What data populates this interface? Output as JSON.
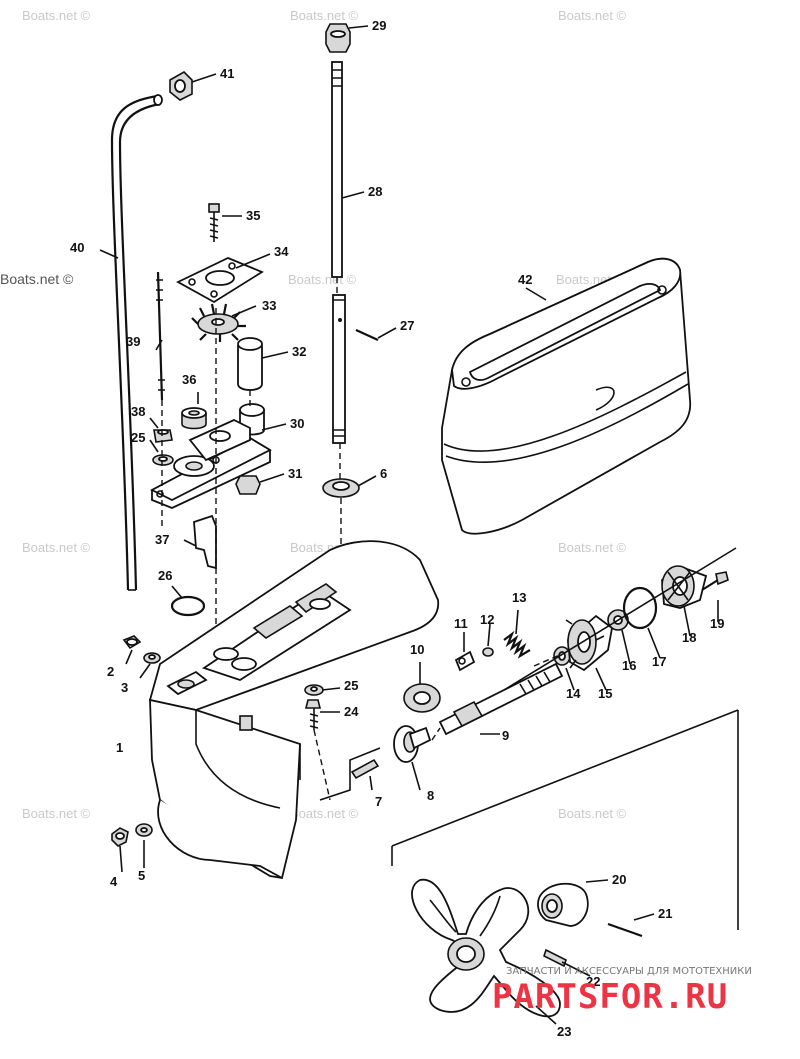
{
  "diagram": {
    "watermark": "Boats.net ©",
    "parts": [
      {
        "id": "1",
        "label": "1"
      },
      {
        "id": "2",
        "label": "2"
      },
      {
        "id": "3",
        "label": "3"
      },
      {
        "id": "4",
        "label": "4"
      },
      {
        "id": "5",
        "label": "5"
      },
      {
        "id": "6",
        "label": "6"
      },
      {
        "id": "7",
        "label": "7"
      },
      {
        "id": "8",
        "label": "8"
      },
      {
        "id": "9",
        "label": "9"
      },
      {
        "id": "10",
        "label": "10"
      },
      {
        "id": "11",
        "label": "11"
      },
      {
        "id": "12",
        "label": "12"
      },
      {
        "id": "13",
        "label": "13"
      },
      {
        "id": "14",
        "label": "14"
      },
      {
        "id": "15",
        "label": "15"
      },
      {
        "id": "16",
        "label": "16"
      },
      {
        "id": "17",
        "label": "17"
      },
      {
        "id": "18",
        "label": "18"
      },
      {
        "id": "19",
        "label": "19"
      },
      {
        "id": "20",
        "label": "20"
      },
      {
        "id": "21",
        "label": "21"
      },
      {
        "id": "22",
        "label": "22"
      },
      {
        "id": "23",
        "label": "23"
      },
      {
        "id": "24",
        "label": "24"
      },
      {
        "id": "25a",
        "label": "25"
      },
      {
        "id": "25b",
        "label": "25"
      },
      {
        "id": "26",
        "label": "26"
      },
      {
        "id": "27",
        "label": "27"
      },
      {
        "id": "28",
        "label": "28"
      },
      {
        "id": "29",
        "label": "29"
      },
      {
        "id": "30",
        "label": "30"
      },
      {
        "id": "31",
        "label": "31"
      },
      {
        "id": "32",
        "label": "32"
      },
      {
        "id": "33",
        "label": "33"
      },
      {
        "id": "34",
        "label": "34"
      },
      {
        "id": "35",
        "label": "35"
      },
      {
        "id": "36",
        "label": "36"
      },
      {
        "id": "37",
        "label": "37"
      },
      {
        "id": "38",
        "label": "38"
      },
      {
        "id": "39",
        "label": "39"
      },
      {
        "id": "40",
        "label": "40"
      },
      {
        "id": "41",
        "label": "41"
      },
      {
        "id": "42",
        "label": "42"
      }
    ]
  },
  "branding": {
    "tagline": "ЗАПЧАСТИ И АКСЕССУАРЫ ДЛЯ МОТОТЕХНИКИ",
    "site": "PARTSFOR.RU",
    "site_color": "#ee3344"
  }
}
